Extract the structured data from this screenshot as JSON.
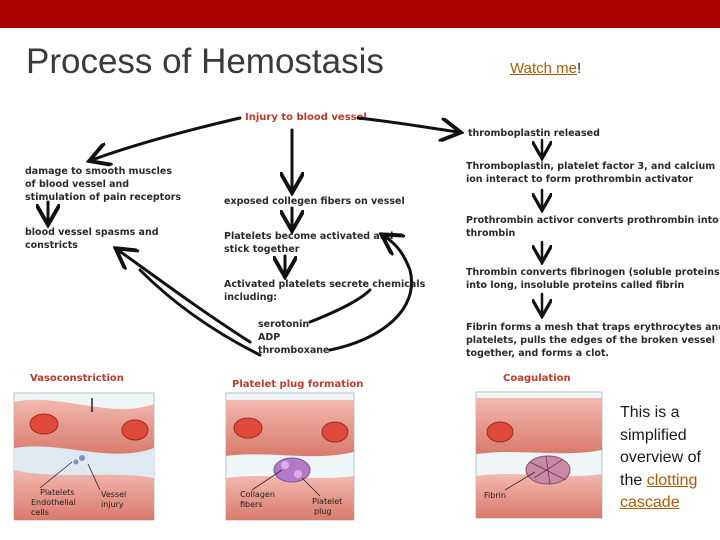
{
  "header": {
    "title": "Process of Hemostasis"
  },
  "watch": {
    "link": "Watch me",
    "suffix": "!"
  },
  "diagram": {
    "injury": "Injury to blood vessel",
    "left": {
      "damage": [
        "damage to smooth muscles",
        "of blood vessel and",
        "stimulation of pain receptors"
      ],
      "spasm": [
        "blood vessel spasms and",
        "constricts"
      ]
    },
    "middle": {
      "collagen": "exposed collegen fibers on vessel",
      "activated": [
        "Platelets become activated and",
        "stick together"
      ],
      "secrete": [
        "Activated platelets secrete chemicals",
        "including:"
      ],
      "chemicals": [
        "serotonin",
        "ADP",
        "thromboxane"
      ]
    },
    "right": {
      "step1": "thromboplastin released",
      "step2": [
        "Thromboplastin, platelet factor 3, and calcium",
        "ion interact to form prothrombin activator"
      ],
      "step3": [
        "Prothrombin activor converts prothrombin into",
        "thrombin"
      ],
      "step4": [
        "Thrombin converts fibrinogen (soluble proteins)",
        "into long, insoluble proteins called fibrin"
      ],
      "step5": [
        "Fibrin forms a mesh that traps erythrocytes and",
        "platelets, pulls the edges of the broken vessel",
        "together, and forms a clot."
      ]
    },
    "panels": {
      "p1_title": "Vasoconstriction",
      "p1_labels": [
        "Platelets",
        "Endothelial",
        "cells",
        "Vessel",
        "injury"
      ],
      "p2_title": "Platelet plug formation",
      "p2_labels": [
        "Collagen",
        "fibers",
        "Platelet",
        "plug"
      ],
      "p3_title": "Coagulation",
      "p3_labels": [
        "Fibrin"
      ]
    }
  },
  "note": {
    "text1": "This is a simplified overview of the ",
    "link1": "clotting",
    "link2": "cascade"
  },
  "colors": {
    "topbar": "#a80000",
    "link": "#b05a00",
    "panel_title": "#c0392b"
  }
}
